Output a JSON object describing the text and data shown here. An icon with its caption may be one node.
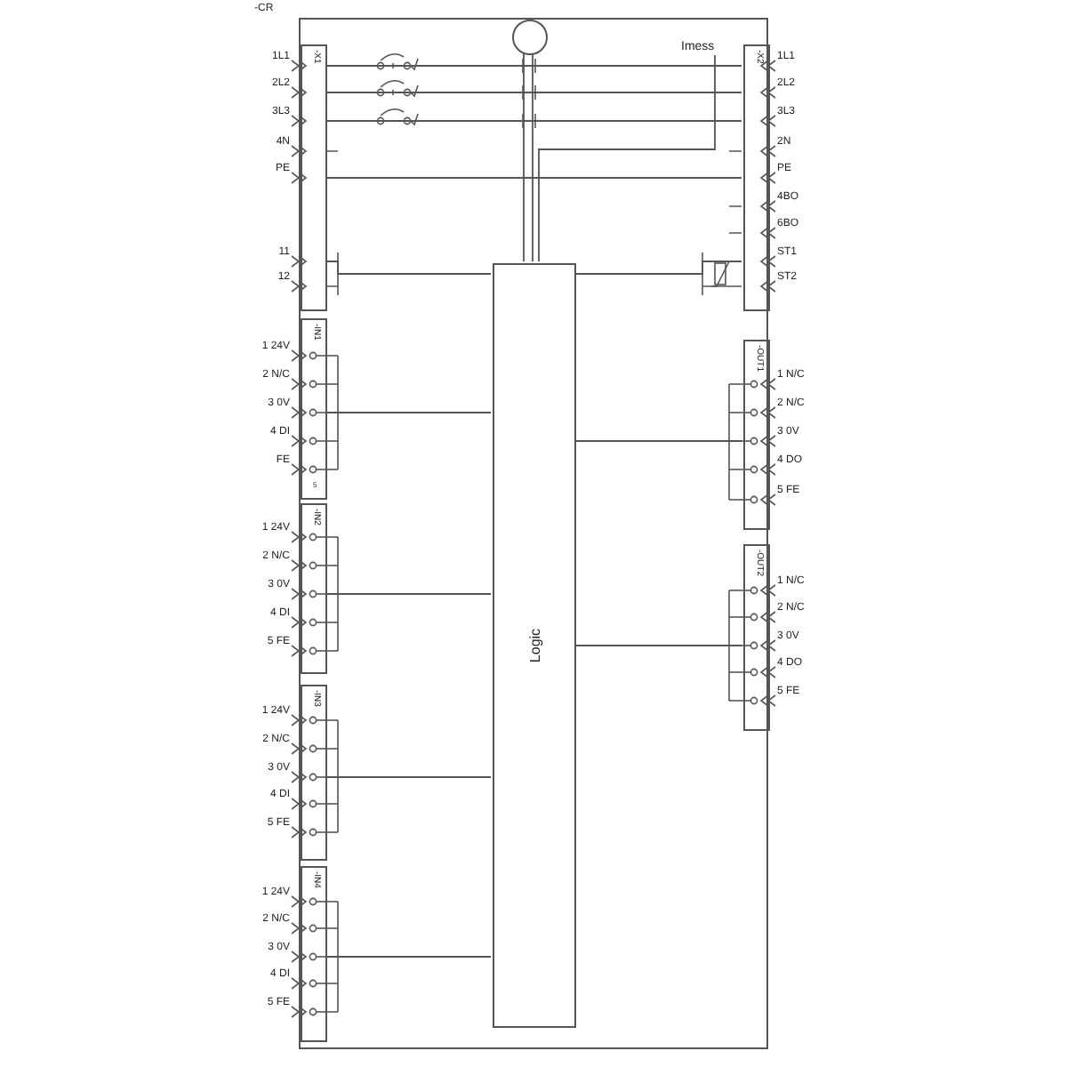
{
  "diagram": {
    "nodes": [
      {
        "text": [
          "-CR"
        ]
      },
      {
        "text": [
          "-X1"
        ],
        "in": 0,
        "beside": [
          "1L1",
          "2L2",
          "3L3",
          "4N",
          "PE",
          "11",
          "12"
        ]
      },
      {
        "text": [
          "-X2"
        ],
        "in": 0,
        "beside": [
          "1L1",
          "2L2",
          "3L3",
          "2N",
          "PE",
          "4BO",
          "6BO",
          "ST1",
          "ST2"
        ]
      },
      {
        "text": [
          "Logic"
        ],
        "in": 0
      },
      {
        "text": [
          "-IN1",
          "5"
        ],
        "in": 0,
        "beside": [
          "1 24V",
          "2 N/C",
          "3 0V",
          "4 DI",
          "FE"
        ]
      },
      {
        "text": [
          "-IN2"
        ],
        "in": 0,
        "beside": [
          "1 24V",
          "2 N/C",
          "3 0V",
          "4 DI",
          "5 FE"
        ]
      },
      {
        "text": [
          "-IN3"
        ],
        "in": 0,
        "beside": [
          "1 24V",
          "2 N/C",
          "3 0V",
          "4 DI",
          "5 FE"
        ]
      },
      {
        "text": [
          "-IN4"
        ],
        "in": 0,
        "beside": [
          "1 24V",
          "2 N/C",
          "3 0V",
          "4 DI",
          "5 FE"
        ]
      },
      {
        "text": [
          "-OUT1"
        ],
        "in": 0,
        "beside": [
          "1 N/C",
          "2 N/C",
          "3 0V",
          "4 DO",
          "5 FE"
        ]
      },
      {
        "text": [
          "-OUT2"
        ],
        "in": 0,
        "beside": [
          "1 N/C",
          "2 N/C",
          "3 0V",
          "4 DO",
          "5 FE"
        ]
      },
      {
        "text": [],
        "shape": "circle",
        "in": 0
      },
      {
        "text": [
          "Imess"
        ],
        "in": 0
      }
    ],
    "edges": [
      {
        "from": 1,
        "to": 2,
        "arrow": "none"
      },
      {
        "from": 1,
        "to": 2,
        "arrow": "none"
      },
      {
        "from": 1,
        "to": 2,
        "arrow": "none"
      },
      {
        "from": 1,
        "to": 2,
        "arrow": "none"
      },
      {
        "from": 1,
        "to": 3,
        "arrow": "none"
      },
      {
        "from": 3,
        "to": 2,
        "arrow": "none"
      },
      {
        "from": 10,
        "to": 3,
        "arrow": "none"
      },
      {
        "from": 11,
        "to": 3,
        "arrow": "none"
      },
      {
        "from": 4,
        "to": 3,
        "arrow": "none"
      },
      {
        "from": 5,
        "to": 3,
        "arrow": "none"
      },
      {
        "from": 6,
        "to": 3,
        "arrow": "none"
      },
      {
        "from": 7,
        "to": 3,
        "arrow": "none"
      },
      {
        "from": 3,
        "to": 8,
        "arrow": "none"
      },
      {
        "from": 3,
        "to": 9,
        "arrow": "none"
      }
    ]
  }
}
